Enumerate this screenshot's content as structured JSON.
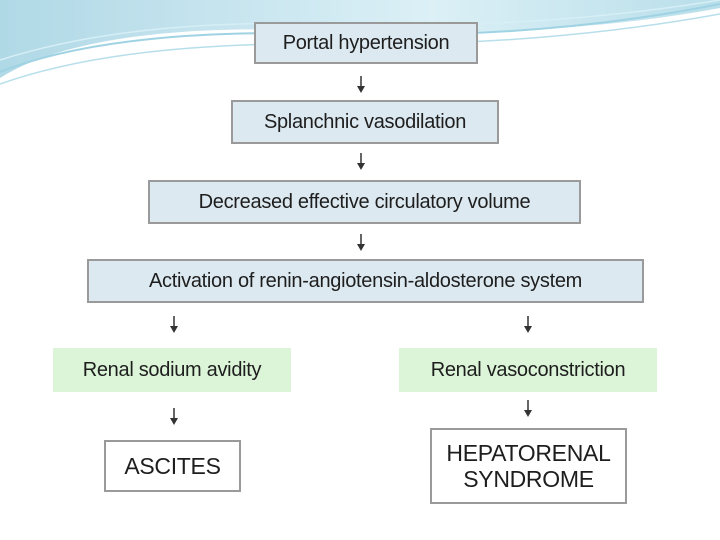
{
  "flowchart": {
    "portal_hypertension": "Portal hypertension",
    "splanchnic_vasodilation": "Splanchnic vasodilation",
    "decreased_volume": "Decreased effective circulatory volume",
    "raas_activation": "Activation of renin-angiotensin-aldosterone system",
    "renal_sodium_avidity": "Renal sodium avidity",
    "renal_vasoconstriction": "Renal vasoconstriction",
    "ascites": "ASCITES",
    "hepatorenal_line1": "HEPATORENAL",
    "hepatorenal_line2": "SYNDROME"
  },
  "colors": {
    "box_blue": "#dce9f0",
    "box_green": "#dcf5d8",
    "border": "#9a9a9a",
    "header_decoration": "#7fc4d8"
  }
}
